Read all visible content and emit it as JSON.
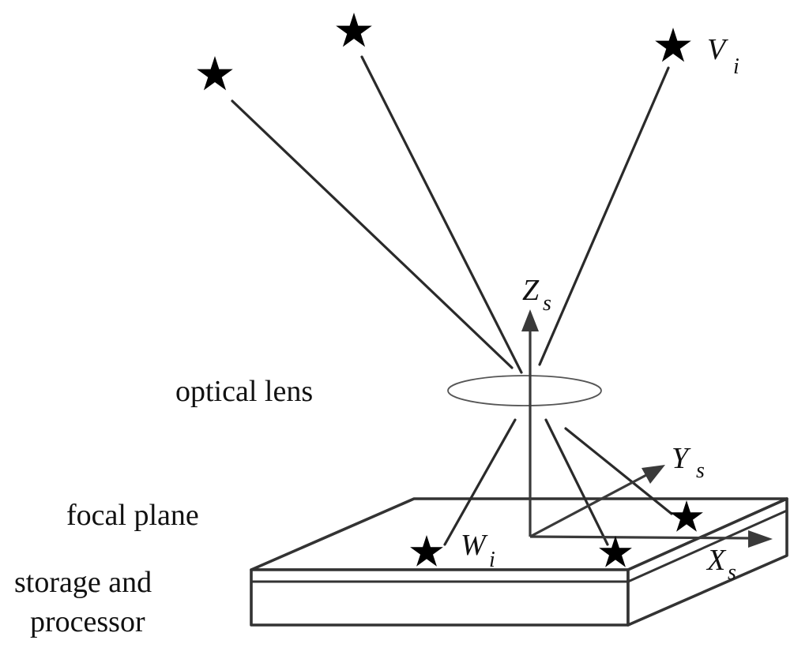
{
  "labels": {
    "optical_lens": "optical lens",
    "focal_plane": "focal plane",
    "storage_line1": "storage and",
    "storage_line2": "processor"
  },
  "math": {
    "v_i": {
      "base": "V",
      "sub": "i"
    },
    "w_i": {
      "base": "W",
      "sub": "i"
    },
    "z_s": {
      "base": "Z",
      "sub": "s"
    },
    "y_s": {
      "base": "Y",
      "sub": "s"
    },
    "x_s": {
      "base": "X",
      "sub": "s"
    }
  },
  "colors": {
    "stroke": "#2a2a2a",
    "star": "#000000",
    "background": "#ffffff"
  }
}
